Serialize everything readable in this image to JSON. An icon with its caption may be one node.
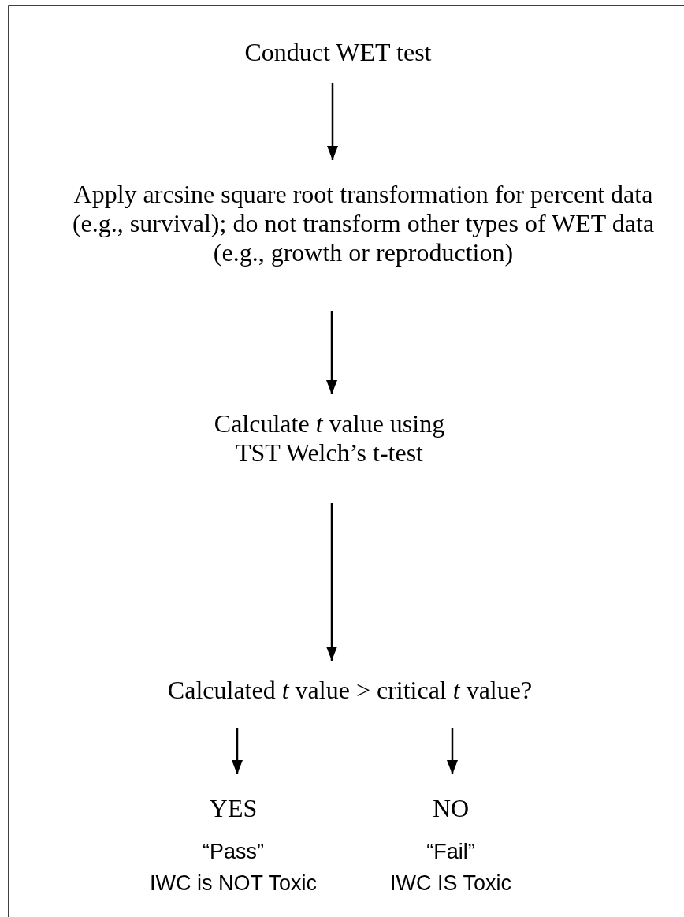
{
  "diagram": {
    "nodes": [
      {
        "text": [
          "Conduct WET test"
        ]
      },
      {
        "text": [
          "Apply arcsine square root transformation for percent data (e.g., survival); do not transform other types of WET data (e.g., growth or reproduction)"
        ]
      },
      {
        "text": [
          "Calculate *t* value using TST Welch’s t-test"
        ]
      },
      {
        "text": [
          "Calculated *t* value > critical *t* value?"
        ]
      },
      {
        "text": [
          "YES",
          "“Pass”",
          "IWC is NOT Toxic"
        ]
      },
      {
        "text": [
          "NO",
          "“Fail”",
          "IWC IS Toxic"
        ]
      }
    ],
    "edges": [
      {
        "from": 0,
        "to": 1,
        "arrow": "to"
      },
      {
        "from": 1,
        "to": 2,
        "arrow": "to"
      },
      {
        "from": 2,
        "to": 3,
        "arrow": "to"
      },
      {
        "from": 3,
        "to": 4,
        "arrow": "to"
      },
      {
        "from": 3,
        "to": 5,
        "arrow": "to"
      }
    ]
  }
}
